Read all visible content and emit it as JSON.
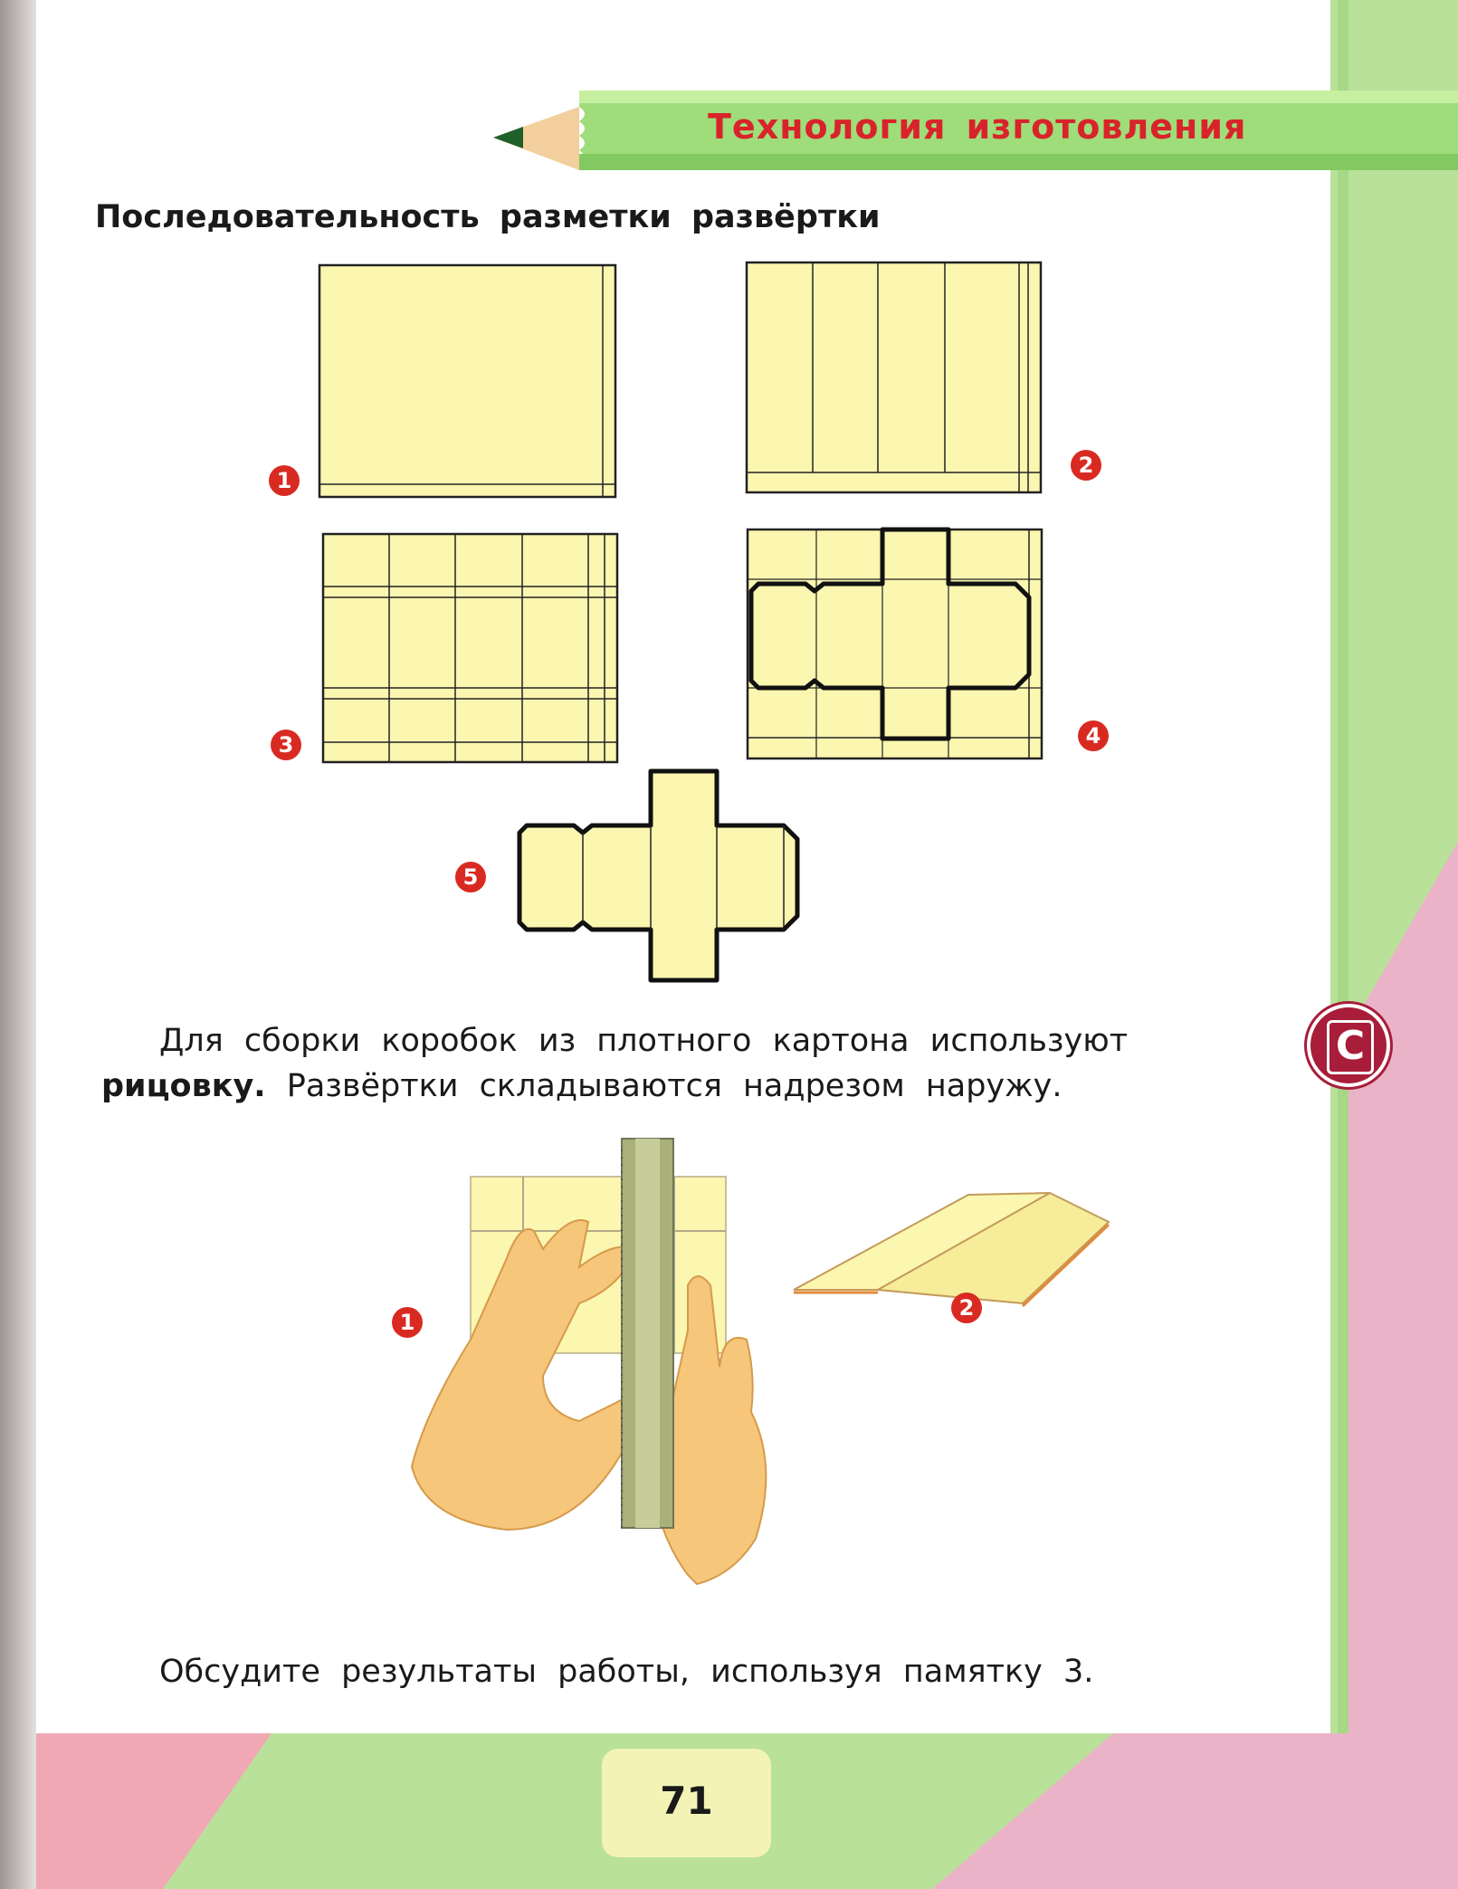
{
  "header": {
    "title": "Технология  изготовления"
  },
  "section": {
    "title": "Последовательность  разметки  развёртки"
  },
  "steps": [
    "1",
    "2",
    "3",
    "4",
    "5"
  ],
  "paragraph": {
    "line1": "Для  сборки  коробок  из  плотного  картона  используют",
    "bold": "рицовку.",
    "line2_rest": " Развёртки  складываются  надрезом  наружу."
  },
  "scoring_steps": [
    "1",
    "2"
  ],
  "discussion": "Обсудите  результаты  работы,  используя  памятку  3.",
  "page_number": "71",
  "badge_letter": "С",
  "colors": {
    "paper": "#fbf6b0",
    "accent_red": "#d92a22",
    "pencil_green": "#9fdc7a",
    "band_green": "#b9e19a",
    "band_pink": "#ebb3c8",
    "badge": "#a81d3a"
  },
  "icons": [
    "pencil-icon",
    "ruler-icon",
    "hands-icon",
    "folded-card-icon",
    "c-badge-icon"
  ]
}
